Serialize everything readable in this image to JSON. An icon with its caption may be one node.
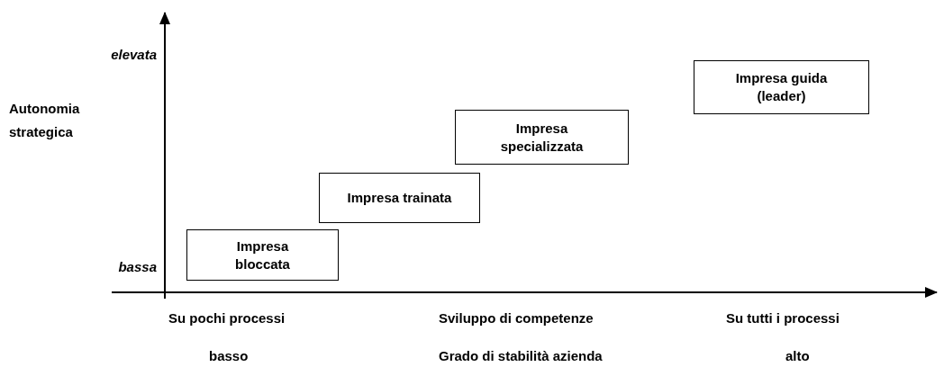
{
  "diagram": {
    "nodes": [
      {
        "text": [
          "Impresa guida (leader)"
        ]
      },
      {
        "text": [
          "Impresa specializzata"
        ]
      },
      {
        "text": [
          "Impresa trainata"
        ]
      },
      {
        "text": [
          "Impresa bloccata"
        ]
      }
    ],
    "labels": [
      "elevata",
      "Autonomia strategica",
      "bassa",
      "Su pochi processi",
      "Sviluppo di competenze",
      "Su tutti i processi",
      "basso",
      "Grado di stabilità azienda",
      "alto"
    ]
  }
}
